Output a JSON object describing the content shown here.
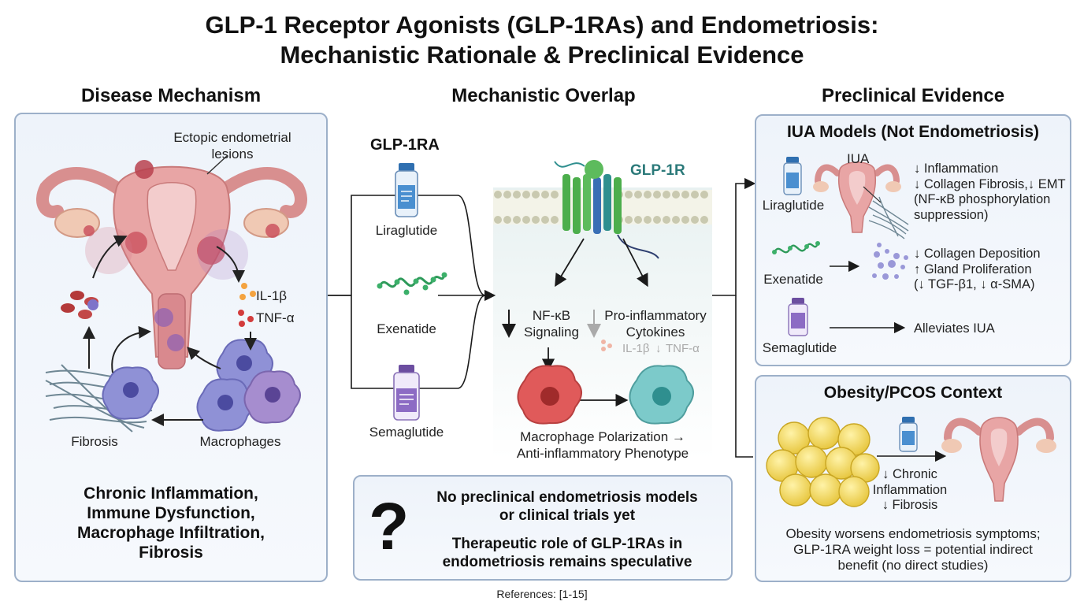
{
  "title": {
    "line1": "GLP-1 Receptor Agonists (GLP-1RAs) and Endometriosis:",
    "line2": "Mechanistic Rationale & Preclinical Evidence"
  },
  "disease": {
    "heading": "Disease Mechanism",
    "lesions_label_1": "Ectopic endometrial",
    "lesions_label_2": "lesions",
    "cytokine_1": "IL-1β",
    "cytokine_2": "TNF-α",
    "fibrosis_label": "Fibrosis",
    "macrophages_label": "Macrophages",
    "summary": [
      "Chronic Inflammation,",
      "Immune Dysfunction,",
      "Macrophage Infiltration,",
      "Fibrosis"
    ]
  },
  "overlap": {
    "heading": "Mechanistic Overlap",
    "glp1ra_label": "GLP-1RA",
    "drugs": [
      "Liraglutide",
      "Exenatide",
      "Semaglutide"
    ],
    "receptor_label": "GLP-1R",
    "nfkb_1": "NF-κB",
    "nfkb_2": "Signaling",
    "proinf_1": "Pro-inflammatory",
    "proinf_2": "Cytokines",
    "faded_1": "IL-1β",
    "faded_2": "TNF-α",
    "polar_1": "Macrophage Polarization →",
    "polar_2": "Anti-inflammatory Phenotype",
    "question_mark": "?",
    "note_1": "No preclinical endometriosis models",
    "note_2": "or clinical trials yet",
    "note_3": "Therapeutic role of GLP-1RAs in",
    "note_4": "endometriosis remains speculative"
  },
  "evidence": {
    "heading": "Preclinical Evidence",
    "iua": {
      "heading": "IUA Models (Not Endometriosis)",
      "iua_label": "IUA",
      "drug_1": "Liraglutide",
      "effects_1": [
        "↓ Inflammation",
        "↓ Collagen Fibrosis,↓ EMT",
        "(NF-κB phosphorylation",
        "suppression)"
      ],
      "drug_2": "Exenatide",
      "effects_2": [
        "↓ Collagen Deposition",
        "↑ Gland Proliferation",
        "(↓ TGF-β1, ↓ α-SMA)"
      ],
      "drug_3": "Semaglutide",
      "effects_3": "Alleviates IUA"
    },
    "obesity": {
      "heading": "Obesity/PCOS Context",
      "effects": [
        "↓ Chronic",
        "Inflammation",
        "↓ Fibrosis"
      ],
      "summary": [
        "Obesity worsens endometriosis symptoms;",
        "GLP-1RA weight loss = potential indirect",
        "benefit (no direct studies)"
      ]
    }
  },
  "references": "References: [1-15]",
  "colors": {
    "panel_border": "#9db0c9",
    "panel_bg": "#eef3fa",
    "uterus": "#e8a5a5",
    "macrophage": "#8a8ad0",
    "receptor_green": "#4cae4c",
    "receptor_blue": "#3a6fb5",
    "arrow": "#1a1a1a"
  }
}
